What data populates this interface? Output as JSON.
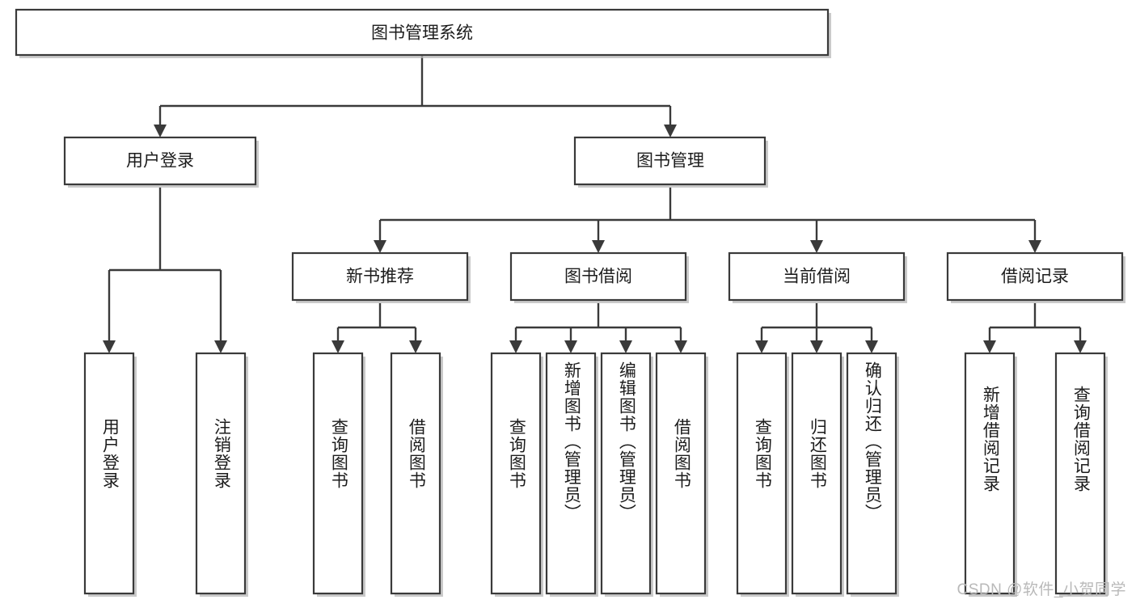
{
  "diagram": {
    "type": "tree-hierarchy-flowchart",
    "root": {
      "id": "root",
      "label": "图书管理系统"
    },
    "level2": [
      {
        "id": "user-login",
        "label": "用户登录"
      },
      {
        "id": "book-manage",
        "label": "图书管理"
      }
    ],
    "level3": [
      {
        "id": "new-book-rec",
        "label": "新书推荐",
        "parent": "book-manage"
      },
      {
        "id": "book-borrow",
        "label": "图书借阅",
        "parent": "book-manage"
      },
      {
        "id": "current-borrow",
        "label": "当前借阅",
        "parent": "book-manage"
      },
      {
        "id": "borrow-record",
        "label": "借阅记录",
        "parent": "book-manage"
      }
    ],
    "leaves": [
      {
        "id": "leaf-user-login",
        "label": "用户登录",
        "parent": "user-login"
      },
      {
        "id": "leaf-logout",
        "label": "注销登录",
        "parent": "user-login"
      },
      {
        "id": "leaf-query-book-1",
        "label": "查询图书",
        "parent": "new-book-rec"
      },
      {
        "id": "leaf-borrow-book-1",
        "label": "借阅图书",
        "parent": "new-book-rec"
      },
      {
        "id": "leaf-query-book-2",
        "label": "查询图书",
        "parent": "book-borrow"
      },
      {
        "id": "leaf-add-book",
        "label": "新增图书（管理员）",
        "parent": "book-borrow"
      },
      {
        "id": "leaf-edit-book",
        "label": "编辑图书（管理员）",
        "parent": "book-borrow"
      },
      {
        "id": "leaf-borrow-book-2",
        "label": "借阅图书",
        "parent": "book-borrow"
      },
      {
        "id": "leaf-query-book-3",
        "label": "查询图书",
        "parent": "current-borrow"
      },
      {
        "id": "leaf-return-book",
        "label": "归还图书",
        "parent": "current-borrow"
      },
      {
        "id": "leaf-confirm-return",
        "label": "确认归还（管理员）",
        "parent": "current-borrow"
      },
      {
        "id": "leaf-add-record",
        "label": "新增借阅记录",
        "parent": "borrow-record"
      },
      {
        "id": "leaf-query-record",
        "label": "查询借阅记录",
        "parent": "borrow-record"
      }
    ],
    "colors": {
      "stroke": "#3a3a3a",
      "fill": "#ffffff",
      "text": "#1c1c1c",
      "watermark": "#b9b9b9",
      "background": "#ffffff"
    }
  },
  "watermark": {
    "text": "CSDN @软件_小贺同学"
  }
}
